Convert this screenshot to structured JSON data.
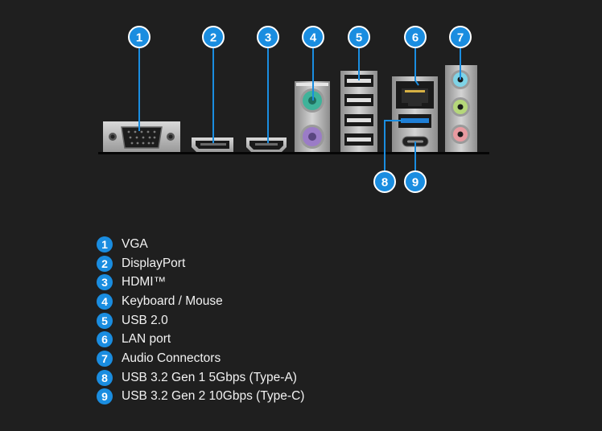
{
  "colors": {
    "background": "#1f1f1f",
    "callout": "#1a8de0",
    "metal": "#b9b9b9",
    "usb3_blue": "#1f7fd6",
    "ps2_keyboard": "#3fb39a",
    "ps2_mouse": "#9b7cc7",
    "audio_line_in": "#7fd3e6",
    "audio_line_out": "#b5d77a",
    "audio_mic": "#e89aa0"
  },
  "callouts": [
    {
      "num": "1",
      "target": "vga-port"
    },
    {
      "num": "2",
      "target": "displayport"
    },
    {
      "num": "3",
      "target": "hdmi-port"
    },
    {
      "num": "4",
      "target": "ps2-port"
    },
    {
      "num": "5",
      "target": "usb2-stack"
    },
    {
      "num": "6",
      "target": "lan-port"
    },
    {
      "num": "7",
      "target": "audio-jacks"
    },
    {
      "num": "8",
      "target": "usb32-gen1-port"
    },
    {
      "num": "9",
      "target": "usb32-gen2-typec-port"
    }
  ],
  "legend": [
    {
      "num": "1",
      "label": "VGA"
    },
    {
      "num": "2",
      "label": "DisplayPort"
    },
    {
      "num": "3",
      "label": "HDMI™"
    },
    {
      "num": "4",
      "label": "Keyboard / Mouse"
    },
    {
      "num": "5",
      "label": "USB 2.0"
    },
    {
      "num": "6",
      "label": "LAN port"
    },
    {
      "num": "7",
      "label": "Audio Connectors"
    },
    {
      "num": "8",
      "label": "USB 3.2 Gen 1 5Gbps (Type-A)"
    },
    {
      "num": "9",
      "label": "USB 3.2 Gen 2 10Gbps (Type-C)"
    }
  ]
}
